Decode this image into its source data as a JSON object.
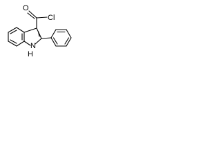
{
  "molecule": {
    "atoms": {
      "oxygen": "O",
      "chlorine": "Cl",
      "nitrogen": "N",
      "hydrogen": "H"
    }
  },
  "colors": {
    "bond": "#000000",
    "background": "#ffffff"
  }
}
